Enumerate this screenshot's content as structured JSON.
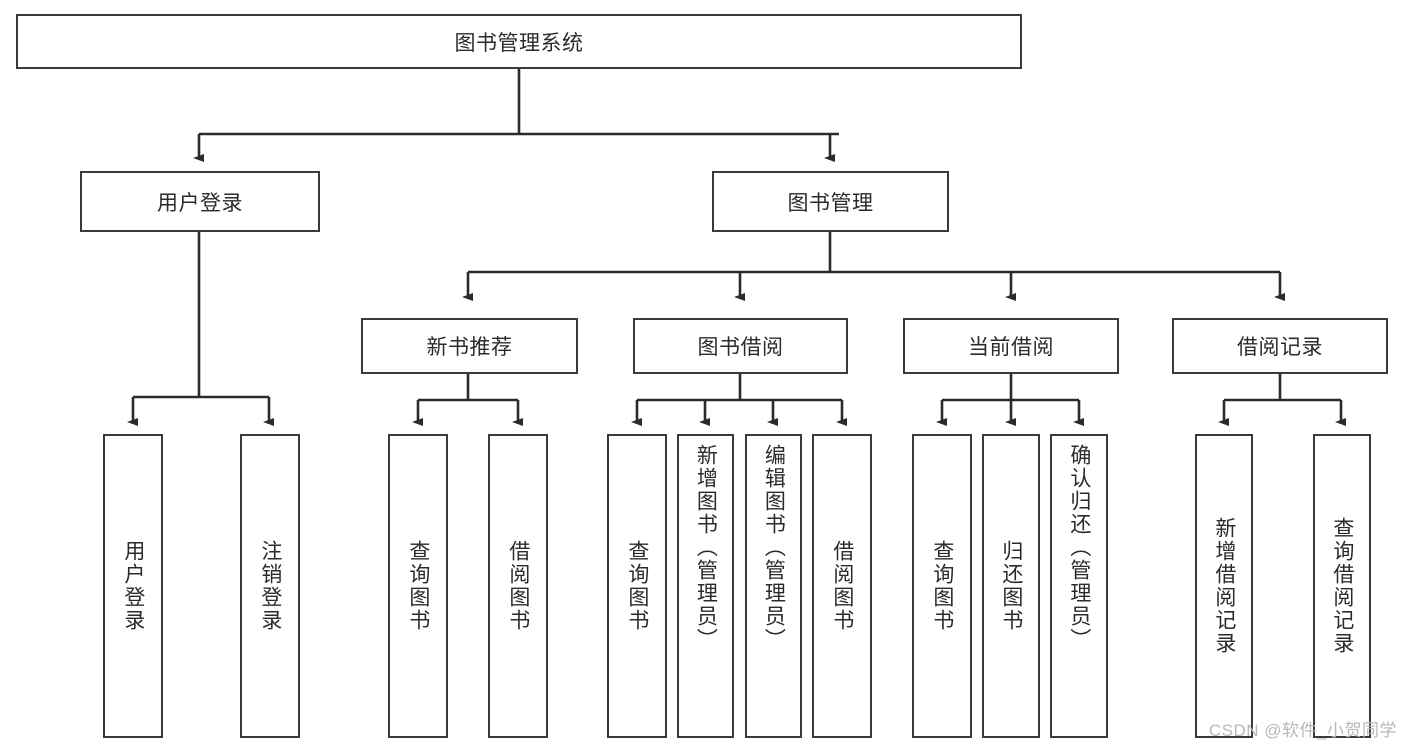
{
  "diagram": {
    "title_node": {
      "label": "图书管理系统"
    },
    "level2": [
      {
        "id": "user-login",
        "label": "用户登录"
      },
      {
        "id": "book-manage",
        "label": "图书管理"
      }
    ],
    "level3": [
      {
        "id": "new-book-recommend",
        "label": "新书推荐"
      },
      {
        "id": "book-borrow",
        "label": "图书借阅"
      },
      {
        "id": "current-borrow",
        "label": "当前借阅"
      },
      {
        "id": "borrow-record",
        "label": "借阅记录"
      }
    ],
    "leaves": {
      "user_login": [
        {
          "id": "leaf-user-login",
          "label": "用户登录"
        },
        {
          "id": "leaf-logout-login",
          "label": "注销登录"
        }
      ],
      "new_book_recommend": [
        {
          "id": "leaf-query-book-1",
          "label": "查询图书"
        },
        {
          "id": "leaf-borrow-book-1",
          "label": "借阅图书"
        }
      ],
      "book_borrow": [
        {
          "id": "leaf-query-book-2",
          "label": "查询图书"
        },
        {
          "id": "leaf-add-book-admin",
          "label": "新增图书（管理员）"
        },
        {
          "id": "leaf-edit-book-admin",
          "label": "编辑图书（管理员）"
        },
        {
          "id": "leaf-borrow-book-2",
          "label": "借阅图书"
        }
      ],
      "current_borrow": [
        {
          "id": "leaf-query-book-3",
          "label": "查询图书"
        },
        {
          "id": "leaf-return-book",
          "label": "归还图书"
        },
        {
          "id": "leaf-confirm-return-admin",
          "label": "确认归还（管理员）"
        }
      ],
      "borrow_record": [
        {
          "id": "leaf-add-borrow-record",
          "label": "新增借阅记录"
        },
        {
          "id": "leaf-query-borrow-record",
          "label": "查询借阅记录"
        }
      ]
    }
  },
  "watermark": {
    "text": "CSDN @软件_小贺同学"
  },
  "colors": {
    "stroke": "#3a3a3a",
    "text": "#2b2b2b",
    "background": "#ffffff",
    "watermark": "#b9b9b9"
  }
}
